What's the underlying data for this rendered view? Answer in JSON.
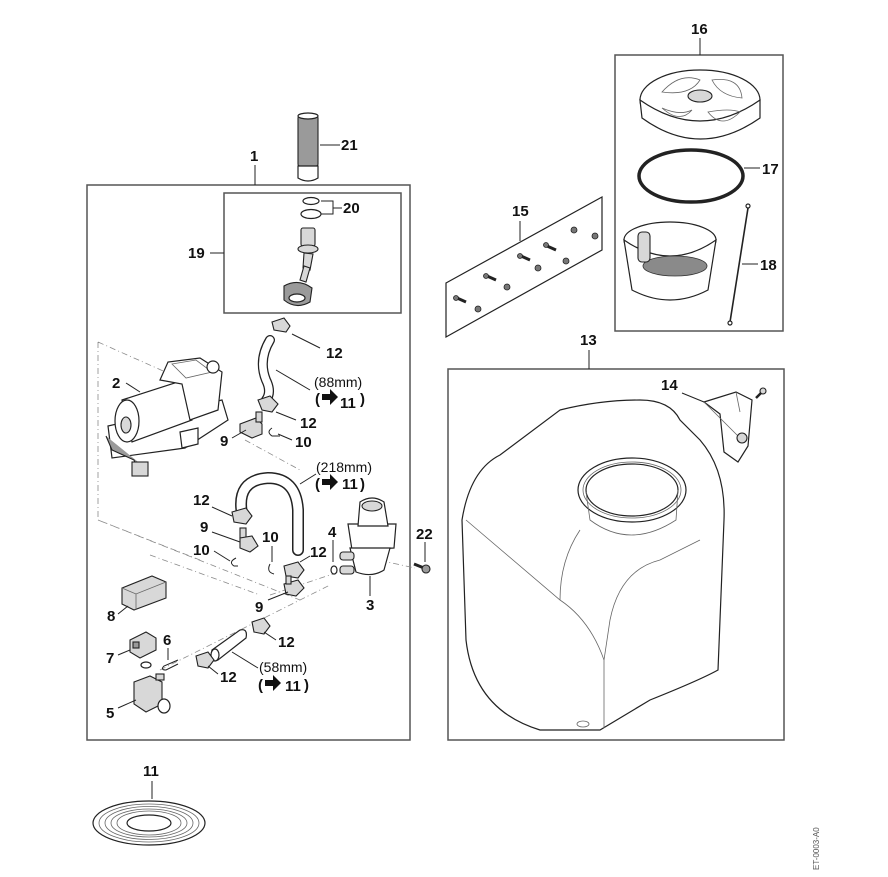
{
  "diagram": {
    "type": "exploded-parts-diagram",
    "drawing_code": "ET-0003-A0",
    "groups": [
      {
        "ref": "1",
        "description": "pump assembly group (box)"
      },
      {
        "ref": "13",
        "description": "tank group (box)"
      },
      {
        "ref": "16",
        "description": "filler cap group (box)"
      },
      {
        "ref": "19",
        "description": "filter/fitting sub-group (box)"
      }
    ],
    "callouts": {
      "c1": "1",
      "c2": "2",
      "c3": "3",
      "c4": "4",
      "c5": "5",
      "c6": "6",
      "c7": "7",
      "c8": "8",
      "c9a": "9",
      "c9b": "9",
      "c9c": "9",
      "c10a": "10",
      "c10b": "10",
      "c10c": "10",
      "c11": "11",
      "c12a": "12",
      "c12b": "12",
      "c12c": "12",
      "c12d": "12",
      "c12e": "12",
      "c12f": "12",
      "c13": "13",
      "c14": "14",
      "c15": "15",
      "c16": "16",
      "c17": "17",
      "c18": "18",
      "c19": "19",
      "c20": "20",
      "c21": "21",
      "c22": "22"
    },
    "hose_notes": [
      {
        "length": "(88mm)",
        "ref_prefix": "(",
        "ref": "11",
        "ref_suffix": ")"
      },
      {
        "length": "(218mm)",
        "ref_prefix": "(",
        "ref": "11",
        "ref_suffix": ")"
      },
      {
        "length": "(58mm)",
        "ref_prefix": "(",
        "ref": "11",
        "ref_suffix": ")"
      }
    ],
    "icons": [
      "arrow-right-icon"
    ]
  }
}
